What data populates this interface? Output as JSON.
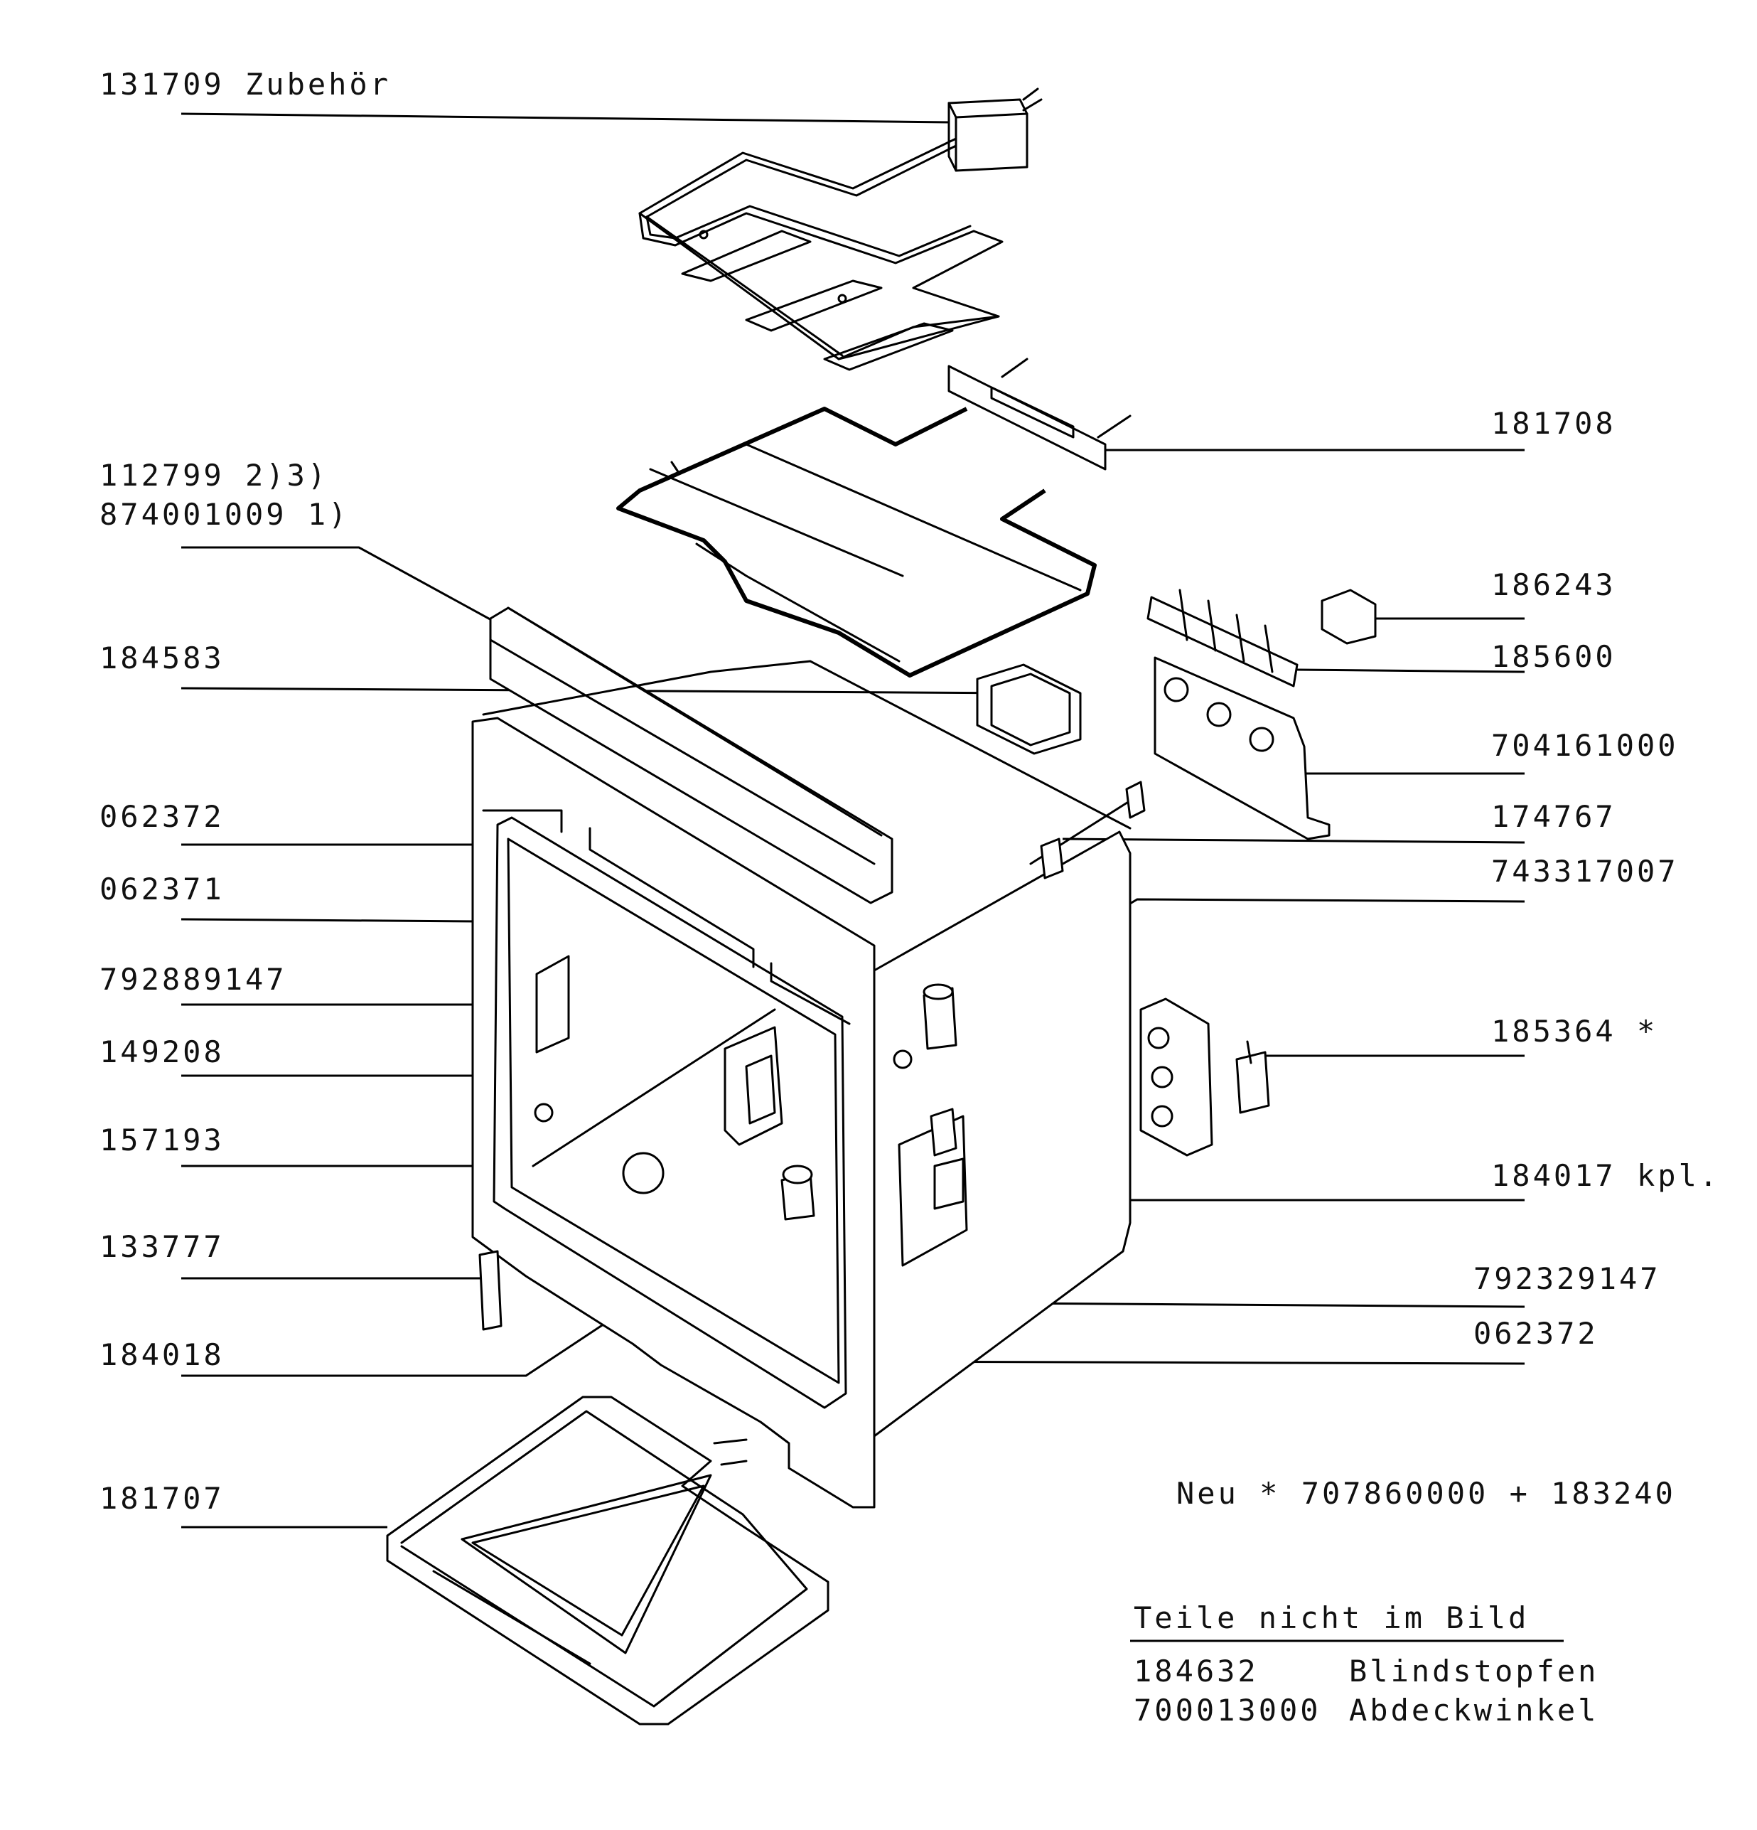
{
  "callouts_left": [
    {
      "text": "131709  Zubehör"
    },
    {
      "text": "112799 2)3)"
    },
    {
      "text": "874001009 1)"
    },
    {
      "text": "184583"
    },
    {
      "text": "062372"
    },
    {
      "text": "062371"
    },
    {
      "text": "792889147"
    },
    {
      "text": "149208"
    },
    {
      "text": "157193"
    },
    {
      "text": "133777"
    },
    {
      "text": "184018"
    },
    {
      "text": "181707"
    }
  ],
  "callouts_right": [
    {
      "text": "181708"
    },
    {
      "text": "186243"
    },
    {
      "text": "185600"
    },
    {
      "text": "704161000"
    },
    {
      "text": "174767"
    },
    {
      "text": "743317007"
    },
    {
      "text": "185364 *"
    },
    {
      "text": "184017 kpl."
    },
    {
      "text": "792329147"
    },
    {
      "text": "062372"
    }
  ],
  "note": "Neu * 707860000 + 183240",
  "not_in_picture": {
    "heading": "Teile nicht im Bild",
    "items": [
      {
        "number": "184632",
        "name": "Blindstopfen"
      },
      {
        "number": "700013000",
        "name": "Abdeckwinkel"
      }
    ]
  }
}
